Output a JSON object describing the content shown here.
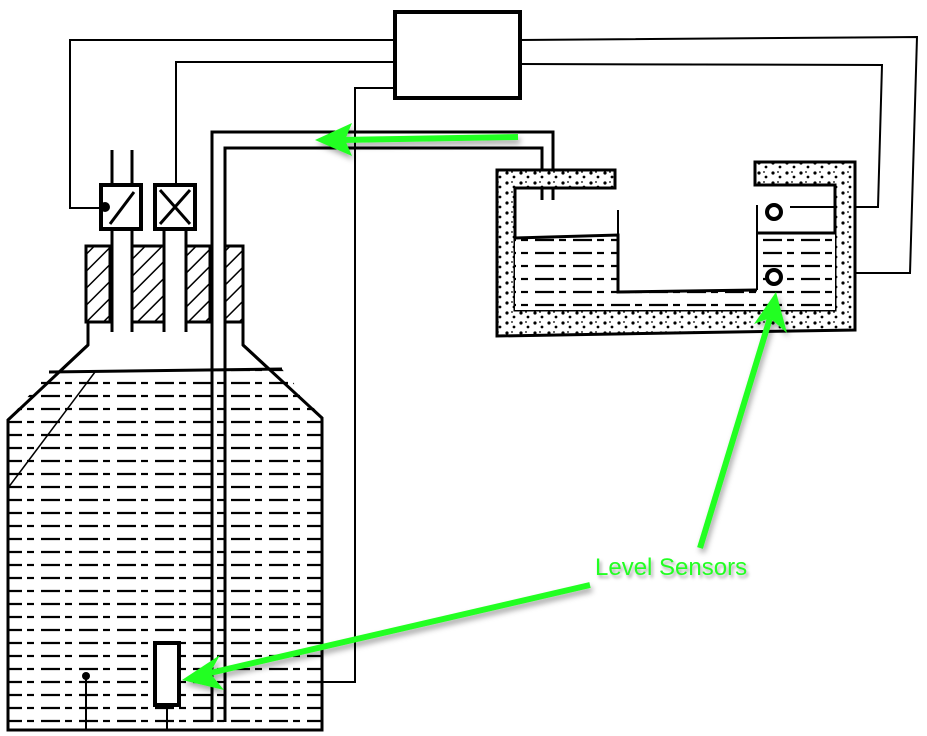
{
  "diagram": {
    "annotation_label": "Level Sensors",
    "annotation_color": "#22ff22",
    "line_color": "#000000",
    "background": "#ffffff",
    "components": [
      {
        "id": "controller-box",
        "description": "Control unit"
      },
      {
        "id": "supply-bottle",
        "description": "Large liquid container with stopper"
      },
      {
        "id": "solenoid-valve-1",
        "description": "Valve with diagonal symbol"
      },
      {
        "id": "solenoid-valve-2",
        "description": "Valve with X symbol"
      },
      {
        "id": "u-tank",
        "description": "Insulated U-shaped reservoir"
      },
      {
        "id": "float-sensor-upper",
        "description": "Upper float level sensor"
      },
      {
        "id": "float-sensor-lower",
        "description": "Lower float level sensor"
      },
      {
        "id": "bottle-level-sensor",
        "description": "Level sensor inside bottle"
      },
      {
        "id": "transfer-pipe",
        "description": "Pipe from bottle to U-tank"
      }
    ],
    "arrows": [
      {
        "id": "flow-arrow",
        "meaning": "flow direction toward bottle"
      },
      {
        "id": "sensor-arrow-tank",
        "target": "float-sensor-lower"
      },
      {
        "id": "sensor-arrow-bottle",
        "target": "bottle-level-sensor"
      }
    ]
  }
}
